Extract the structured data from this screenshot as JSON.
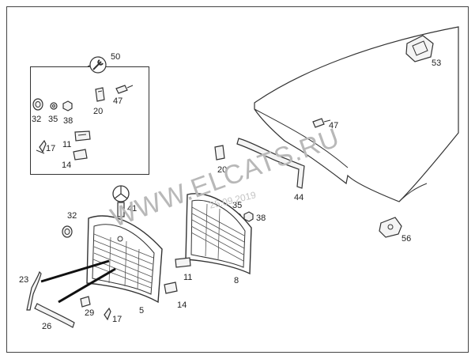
{
  "watermark": {
    "text": "WWW.ELCATS.RU",
    "date": "25.09.2019"
  },
  "callouts": {
    "c50": "50",
    "c32a": "32",
    "c35a": "35",
    "c38a": "38",
    "c20a": "20",
    "c47a": "47",
    "c17a": "17",
    "c11a": "11",
    "c14a": "14",
    "c53": "53",
    "c47b": "47",
    "c20b": "20",
    "c44": "44",
    "c41": "41",
    "c32b": "32",
    "c35b": "35",
    "c38b": "38",
    "c56": "56",
    "c23": "23",
    "c26": "26",
    "c29": "29",
    "c17b": "17",
    "c5": "5",
    "c11b": "11",
    "c14b": "14",
    "c8": "8"
  },
  "colors": {
    "outline": "#333333",
    "fill": "#f4f4f4",
    "watermark": "#b8b8b8",
    "arrow": "#111111"
  }
}
